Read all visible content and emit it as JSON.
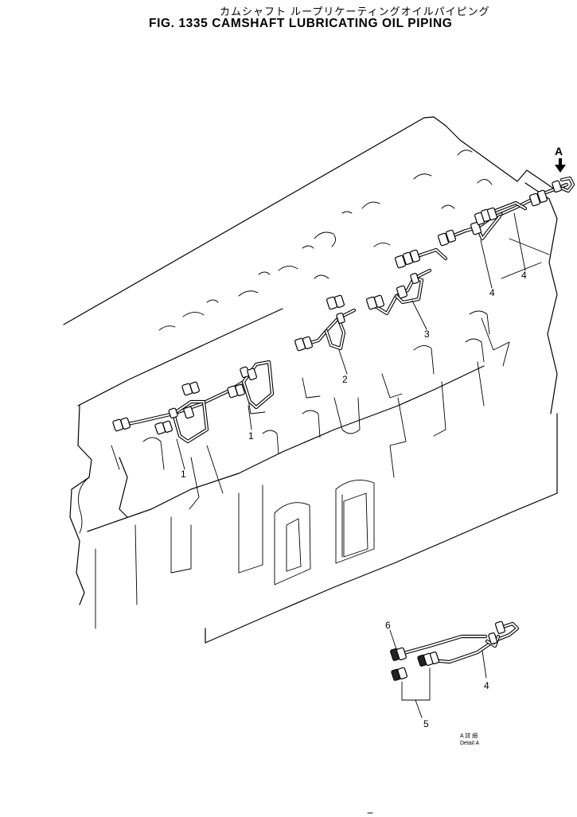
{
  "title": {
    "japanese": "カムシャフト ループリケーティングオイルパイピング",
    "english": "FIG. 1335  CAMSHAFT LUBRICATING OIL PIPING"
  },
  "view_marker": {
    "label": "A"
  },
  "callouts": [
    {
      "id": "c1a",
      "label": "1"
    },
    {
      "id": "c1b",
      "label": "1"
    },
    {
      "id": "c2",
      "label": "2"
    },
    {
      "id": "c3",
      "label": "3"
    },
    {
      "id": "c4a",
      "label": "4"
    },
    {
      "id": "c4b",
      "label": "4"
    },
    {
      "id": "c4c",
      "label": "4"
    },
    {
      "id": "c5",
      "label": "5"
    },
    {
      "id": "c6",
      "label": "6"
    }
  ],
  "detail_caption": {
    "japanese": "A 詳 細",
    "english": "Detail  A"
  },
  "icons": {
    "arrow": "down-arrow-icon"
  }
}
